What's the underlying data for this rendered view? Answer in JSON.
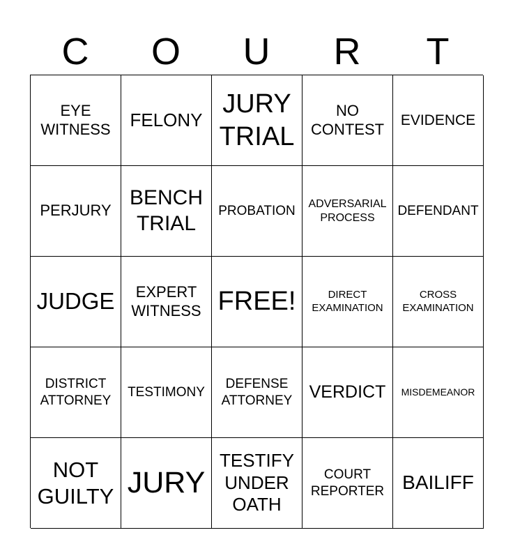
{
  "header": [
    "C",
    "O",
    "U",
    "R",
    "T"
  ],
  "cells": [
    "EYE WITNESS",
    "FELONY",
    "JURY TRIAL",
    "NO CONTEST",
    "EVIDENCE",
    "PERJURY",
    "BENCH TRIAL",
    "PROBATION",
    "ADVERSARIAL PROCESS",
    "DEFENDANT",
    "JUDGE",
    "EXPERT WITNESS",
    "FREE!",
    "DIRECT EXAMINATION",
    "CROSS EXAMINATION",
    "DISTRICT ATTORNEY",
    "TESTIMONY",
    "DEFENSE ATTORNEY",
    "VERDICT",
    "MISDEMEANOR",
    "NOT GUILTY",
    "JURY",
    "TESTIFY UNDER OATH",
    "COURT REPORTER",
    "BAILIFF"
  ]
}
